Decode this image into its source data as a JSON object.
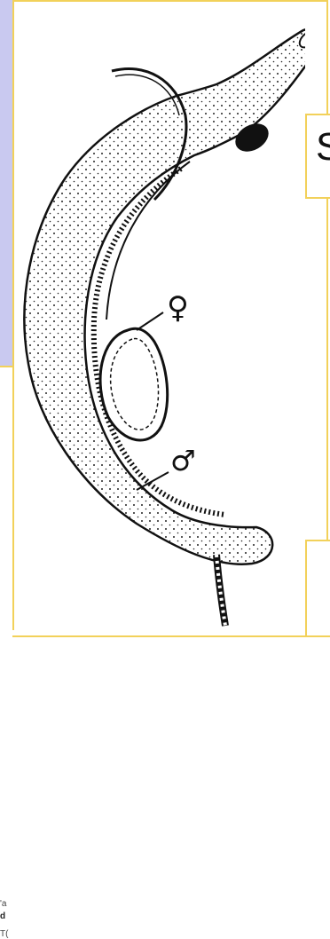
{
  "callout": {
    "letter": "S"
  },
  "fragments": [
    "'a",
    "d",
    "T("
  ],
  "symbols": {
    "female": "♀",
    "male": "♂"
  },
  "colors": {
    "frame": "#f2d15a",
    "panel": "#c9c9f0",
    "ink": "#111111"
  }
}
